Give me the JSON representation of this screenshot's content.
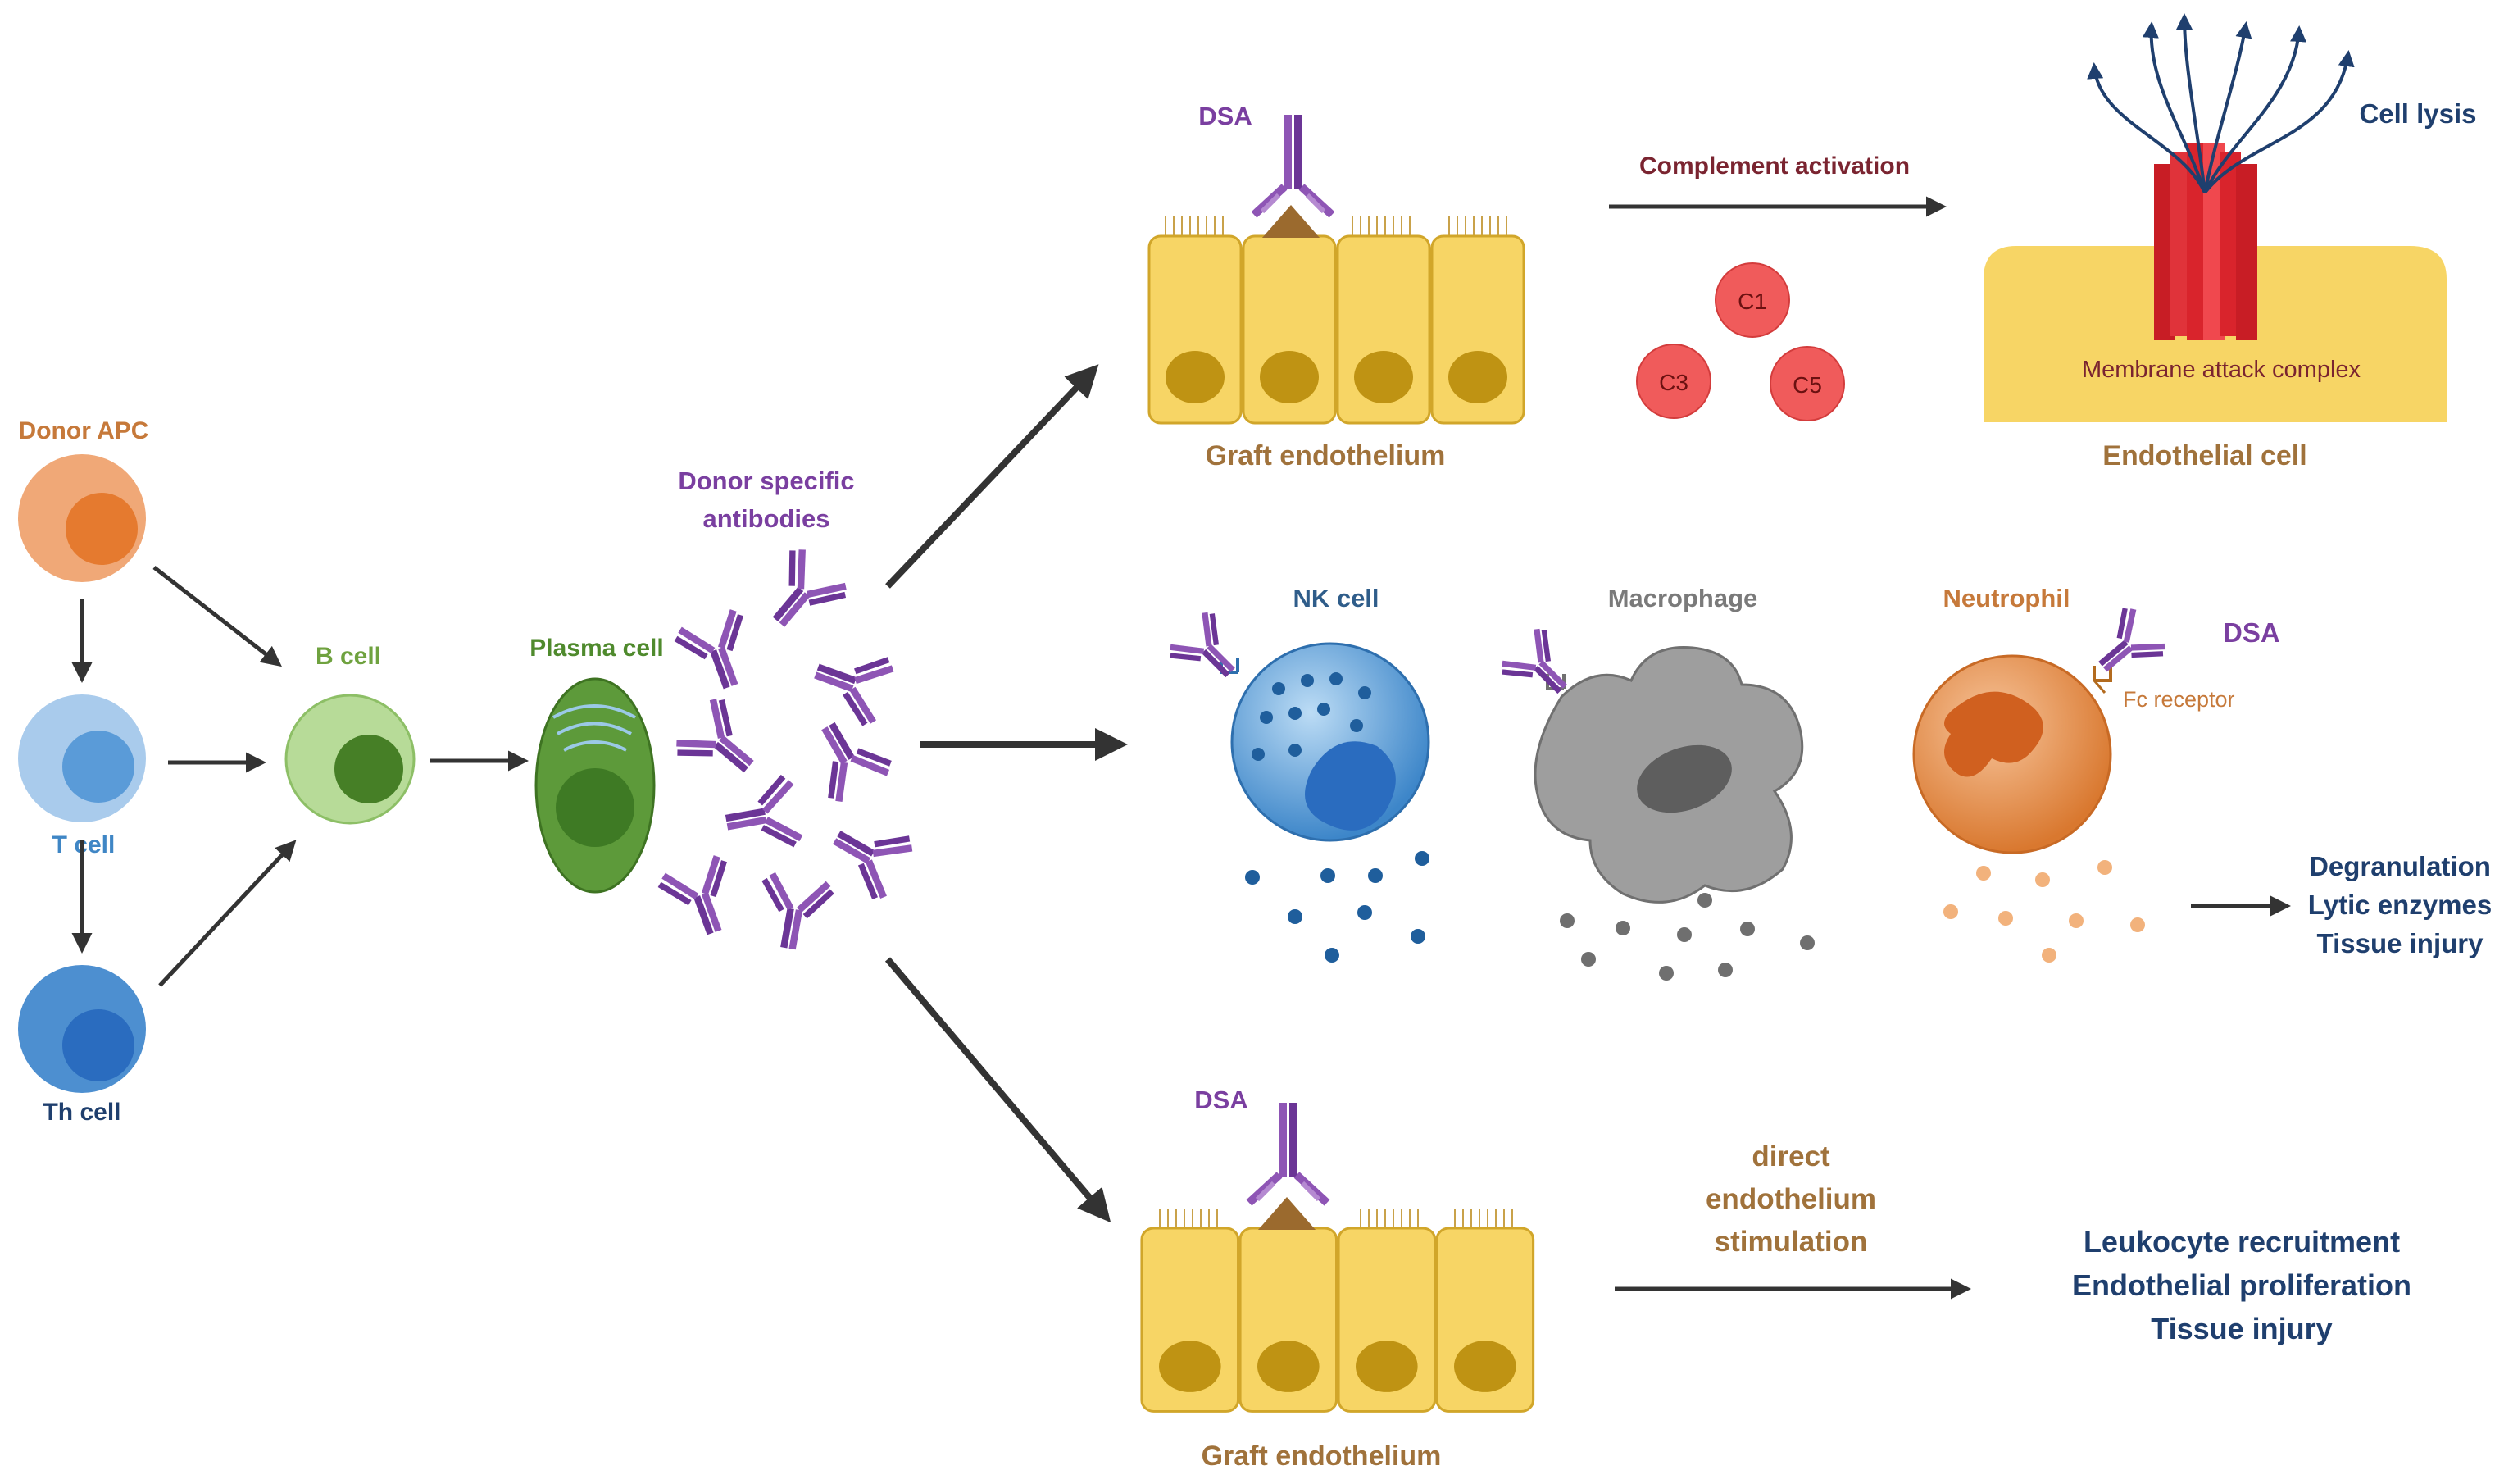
{
  "labels": {
    "donor_apc": "Donor APC",
    "t_cell": "T cell",
    "th_cell": "Th cell",
    "b_cell": "B cell",
    "plasma_cell": "Plasma cell",
    "dsa_title_line1": "Donor specific",
    "dsa_title_line2": "antibodies",
    "dsa_top": "DSA",
    "graft_endothelium_top": "Graft endothelium",
    "complement_activation": "Complement activation",
    "c1": "C1",
    "c3": "C3",
    "c5": "C5",
    "cell_lysis": "Cell lysis",
    "membrane_attack_complex": "Membrane attack complex",
    "endothelial_cell": "Endothelial cell",
    "nk_cell": "NK cell",
    "macrophage": "Macrophage",
    "neutrophil": "Neutrophil",
    "dsa_neutrophil": "DSA",
    "fc_receptor": "Fc receptor",
    "degranulation": "Degranulation",
    "lytic_enzymes": "Lytic enzymes",
    "tissue_injury_mid": "Tissue injury",
    "dsa_bottom": "DSA",
    "direct_line1": "direct",
    "direct_line2": "endothelium",
    "direct_line3": "stimulation",
    "leukocyte_recruitment": "Leukocyte recruitment",
    "endothelial_proliferation": "Endothelial proliferation",
    "tissue_injury_bottom": "Tissue injury",
    "graft_endothelium_bottom": "Graft endothelium"
  },
  "colors": {
    "apc": "#f0a877",
    "tcell": "#a9cbec",
    "thcell": "#4d8fd0",
    "bcell": "#b7db98",
    "plasma": "#5d9a3a",
    "antibody": "#8e55b5",
    "endothelium": "#f7d565",
    "nucleus": "#bf9313",
    "complement": "#f05b5b",
    "mac": "#d9242c",
    "arrow": "#333333"
  }
}
